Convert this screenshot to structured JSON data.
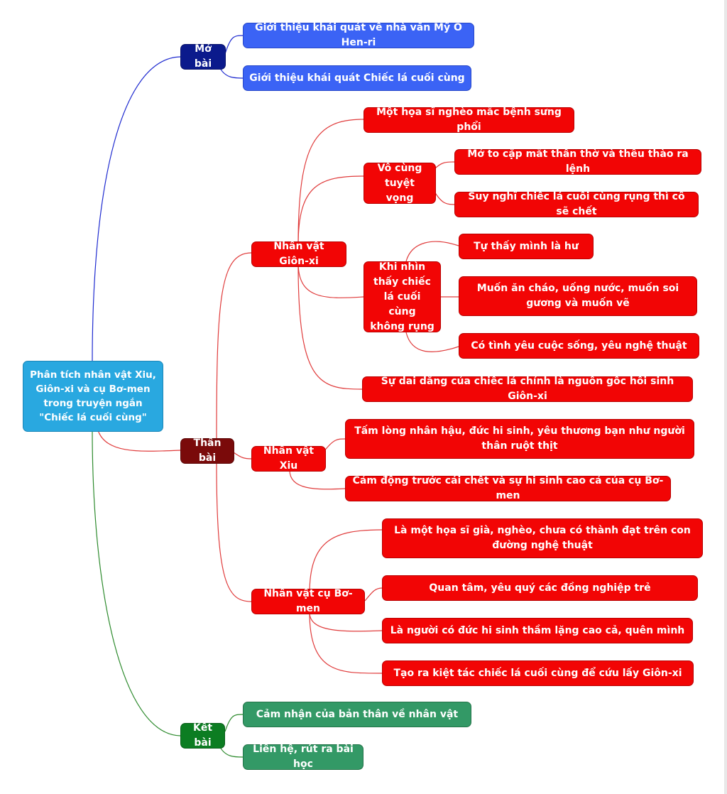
{
  "root": {
    "label": "Phân tích nhân vật Xiu, Giôn-xi và cụ Bơ-men trong truyện ngắn \"Chiếc lá cuối cùng\""
  },
  "mo_bai": {
    "label": "Mở bài",
    "children": [
      "Giới thiệu khái quát về nhà văn Mỹ O Hen-ri",
      "Giới thiệu khái quát Chiếc lá cuối cùng"
    ]
  },
  "than_bai": {
    "label": "Thân bài",
    "gion_xi": {
      "label": "Nhân vật Giôn-xi",
      "item1": "Một họa sĩ nghèo mắc bệnh sưng phổi",
      "vo_cung": {
        "label": "Vô cùng tuyệt vọng",
        "children": [
          "Mở to cặp mắt thẫn thờ và thều thào ra lệnh",
          "Suy nghĩ chiếc lá cuối cùng rụng thì cô sẽ chết"
        ]
      },
      "khi_nhin": {
        "label": "Khi nhìn thấy chiếc lá cuối cùng không rụng",
        "children": [
          "Tự thấy mình là hư",
          "Muốn ăn cháo, uống nước, muốn soi gương và muốn vẽ",
          "Có tình yêu cuộc sống, yêu nghệ thuật"
        ]
      },
      "item_last": "Sự dai dẳng của chiếc lá chính là nguồn gốc hồi sinh Giôn-xi"
    },
    "xiu": {
      "label": "Nhân vật Xiu",
      "children": [
        "Tấm lòng nhân hậu, đức hi sinh, yêu thương bạn như người thân ruột thịt",
        "Cảm động trước cái chết và sự hi sinh cao cả của cụ Bơ-men"
      ]
    },
    "bo_men": {
      "label": "Nhân vật cụ Bơ-men",
      "children": [
        "Là một họa sĩ già, nghèo, chưa có thành đạt trên con đường nghệ thuật",
        "Quan tâm, yêu quý các đồng nghiệp trẻ",
        "Là người có đức hi sinh thầm lặng cao cả, quên mình",
        "Tạo ra kiệt tác chiếc lá cuối cùng để cứu lấy Giôn-xi"
      ]
    }
  },
  "ket_bai": {
    "label": "Kết bài",
    "children": [
      "Cảm nhận của bản thân về nhân vật",
      "Liên hệ, rút ra bài học"
    ]
  },
  "colors": {
    "blue_line": "#1f2bd0",
    "red_line": "#e03c3c",
    "green_line": "#2e8b2e"
  }
}
